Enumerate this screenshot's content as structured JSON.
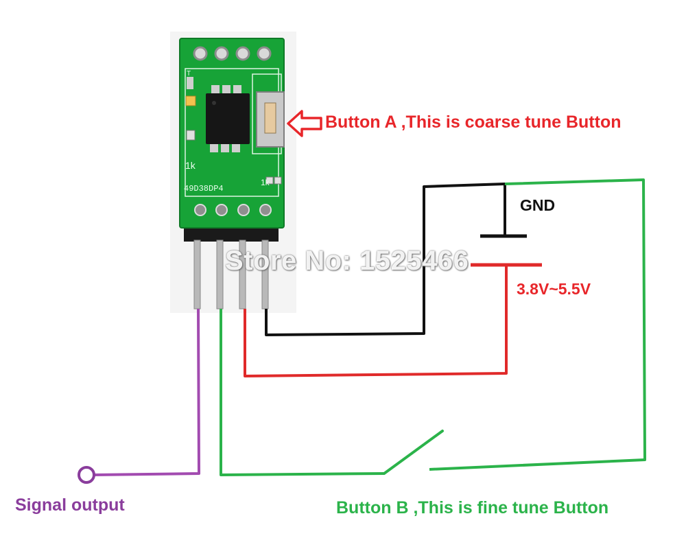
{
  "labels": {
    "button_a": "Button A ,This is coarse tune Button",
    "gnd": "GND",
    "voltage": "3.8V~5.5V",
    "signal_output": "Signal output",
    "button_b": "Button B ,This is fine tune Button"
  },
  "watermark": "Store No: 1525466",
  "board": {
    "silk_t": "T",
    "silk_1k_left": "1k",
    "silk_1k_right": "1k",
    "silk_code": "49D38DP4"
  },
  "colors": {
    "button_a_label": "#e8262a",
    "gnd_label": "#111111",
    "voltage_label": "#e8262a",
    "signal_label": "#8a3d9c",
    "button_b_label": "#2bb34a",
    "gnd_wire": "#111111",
    "vcc_wire": "#e02a2a",
    "signal_wire": "#a24bb0",
    "switch_wire": "#2bb34a",
    "pcb": "#17a337"
  }
}
